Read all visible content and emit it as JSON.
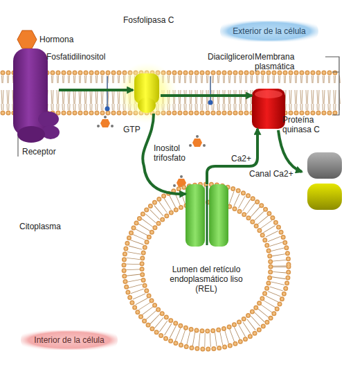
{
  "diagram": {
    "nodes": [
      {
        "text": [
          "Exterior de la célula"
        ]
      },
      {
        "text": [
          "Hormona"
        ]
      },
      {
        "text": [
          "Receptor"
        ]
      },
      {
        "text": [
          "Fosfolipasa C"
        ]
      },
      {
        "text": [
          "Proteína quinasa C"
        ]
      },
      {
        "text": [
          "Lumen del retículo endoplasmático liso (REL)"
        ]
      },
      {
        "text": [
          "Canal Ca2+"
        ]
      },
      {
        "text": [
          "Interior de la célula"
        ]
      }
    ],
    "edges": [
      {
        "from": 2,
        "to": 3,
        "arrow": "to"
      },
      {
        "from": 3,
        "to": 4,
        "arrow": "to"
      },
      {
        "from": 3,
        "to": 6,
        "label": "Inositol trifosfato",
        "arrow": "to"
      },
      {
        "from": 6,
        "to": 4,
        "label": "Ca2+",
        "arrow": "to"
      }
    ],
    "labels": [
      "Fosfatidilinositol",
      "Diacilglicerol",
      "Membrana plasmática",
      "GTP",
      "Citoplasma"
    ]
  }
}
